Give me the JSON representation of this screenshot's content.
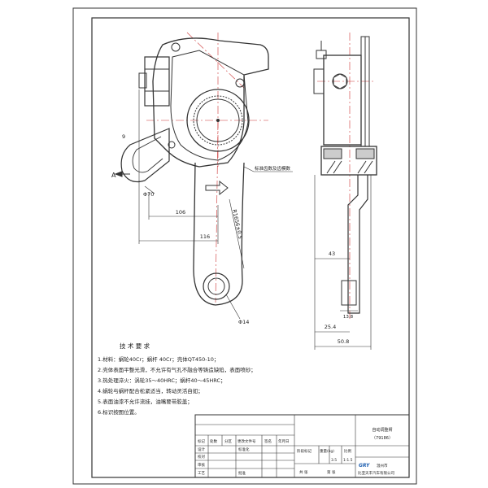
{
  "views": {
    "front": {
      "annotation": "标准齿数及齿模数",
      "dimensions": {
        "width_106": "106",
        "width_116": "116",
        "radius": "R1656±0.5",
        "dia_hole": "Φ14",
        "dia_small": "Φ70",
        "offset": "9"
      },
      "view_marker": "A"
    },
    "side": {
      "dimensions": {
        "d43": "43",
        "d25_4": "25.4",
        "d50_8": "50.8",
        "d13_8": "13.8"
      }
    }
  },
  "notes": {
    "title": "技 术 要 求",
    "items": [
      "1.材料：蜗轮40Cr；蜗杆 40Cr；壳体QT450-10；",
      "2.壳体表面平整光滑，不允许有气孔不融合等铸造缺陷，表面喷砂；",
      "3.热处理淬火：涡轮35～40HRC；蜗杆40～45HRC；",
      "4.蜗轮与蜗杆配合松紧适当，转动灵活自如；",
      "5.表面油漆不允许流挂，油嘴要带胶盖；",
      "6.标识按图位置。"
    ]
  },
  "title_block": {
    "part_name": "自动调整臂",
    "part_code": "（79186）",
    "headers": [
      "标记",
      "处数",
      "分区",
      "更改文件号",
      "签名",
      "年月日"
    ],
    "role_rows": [
      "设计",
      "校对",
      "审核",
      "工艺"
    ],
    "std_label": "标准化",
    "approve_label": "批准",
    "stage_label": "阶段标记",
    "weight_label": "重量(kg)",
    "scale_label": "比例",
    "weight_value": "3.5",
    "scale_value": "1:1.5",
    "sheet_total": "共 张",
    "sheet_no": "第 张",
    "brand": "GRY",
    "company_line1": "温州市",
    "company_line2": "比亚天丰汽车有限公司"
  }
}
